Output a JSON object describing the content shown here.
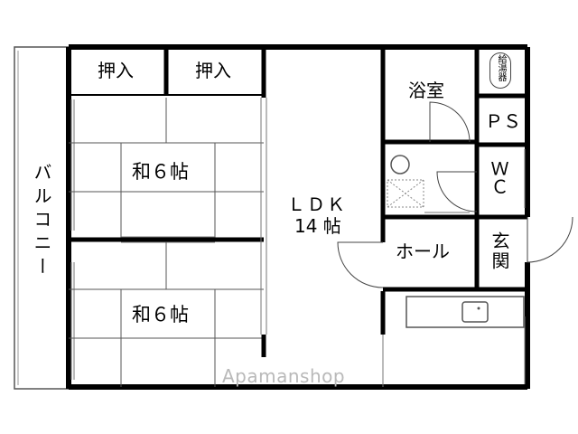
{
  "rooms": {
    "balcony": "バルコニー",
    "closet_1": "押入",
    "closet_2": "押入",
    "washitsu_1": "和６帖",
    "washitsu_2": "和６帖",
    "ldk_name": "ＬＤＫ",
    "ldk_size": "14 帖",
    "bathroom": "浴室",
    "water_heater": "給湯器",
    "pipe_space": "ＰＳ",
    "wc": "ＷＣ",
    "hall": "ホール",
    "entrance": "玄関"
  },
  "watermark": "Apamanshop",
  "colors": {
    "wall": "#000000",
    "thin_line": "#555555",
    "watermark": "#b9b9b9"
  }
}
